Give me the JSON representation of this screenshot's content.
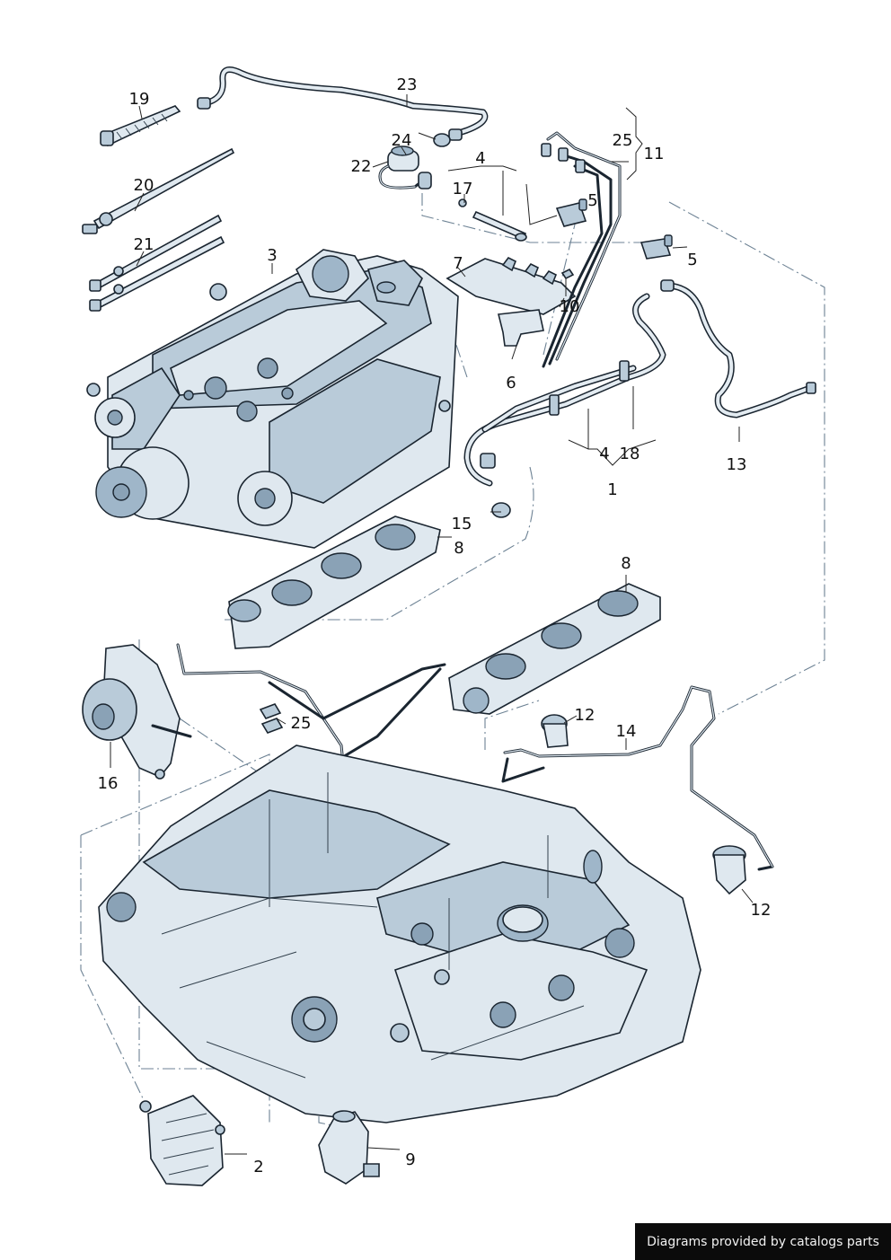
{
  "callouts": [
    {
      "id": "c1",
      "label": "1"
    },
    {
      "id": "c2",
      "label": "2"
    },
    {
      "id": "c3",
      "label": "3"
    },
    {
      "id": "c4a",
      "label": "4"
    },
    {
      "id": "c4b",
      "label": "4"
    },
    {
      "id": "c5a",
      "label": "5"
    },
    {
      "id": "c5b",
      "label": "5"
    },
    {
      "id": "c6",
      "label": "6"
    },
    {
      "id": "c7",
      "label": "7"
    },
    {
      "id": "c8a",
      "label": "8"
    },
    {
      "id": "c8b",
      "label": "8"
    },
    {
      "id": "c9",
      "label": "9"
    },
    {
      "id": "c10",
      "label": "10"
    },
    {
      "id": "c11",
      "label": "11"
    },
    {
      "id": "c12a",
      "label": "12"
    },
    {
      "id": "c12b",
      "label": "12"
    },
    {
      "id": "c13",
      "label": "13"
    },
    {
      "id": "c14",
      "label": "14"
    },
    {
      "id": "c15",
      "label": "15"
    },
    {
      "id": "c16",
      "label": "16"
    },
    {
      "id": "c17",
      "label": "17"
    },
    {
      "id": "c18",
      "label": "18"
    },
    {
      "id": "c19",
      "label": "19"
    },
    {
      "id": "c20",
      "label": "20"
    },
    {
      "id": "c21",
      "label": "21"
    },
    {
      "id": "c22",
      "label": "22"
    },
    {
      "id": "c23",
      "label": "23"
    },
    {
      "id": "c24",
      "label": "24"
    },
    {
      "id": "c25a",
      "label": "25"
    },
    {
      "id": "c25b",
      "label": "25"
    }
  ],
  "credit": "Diagrams provided by catalogs parts"
}
